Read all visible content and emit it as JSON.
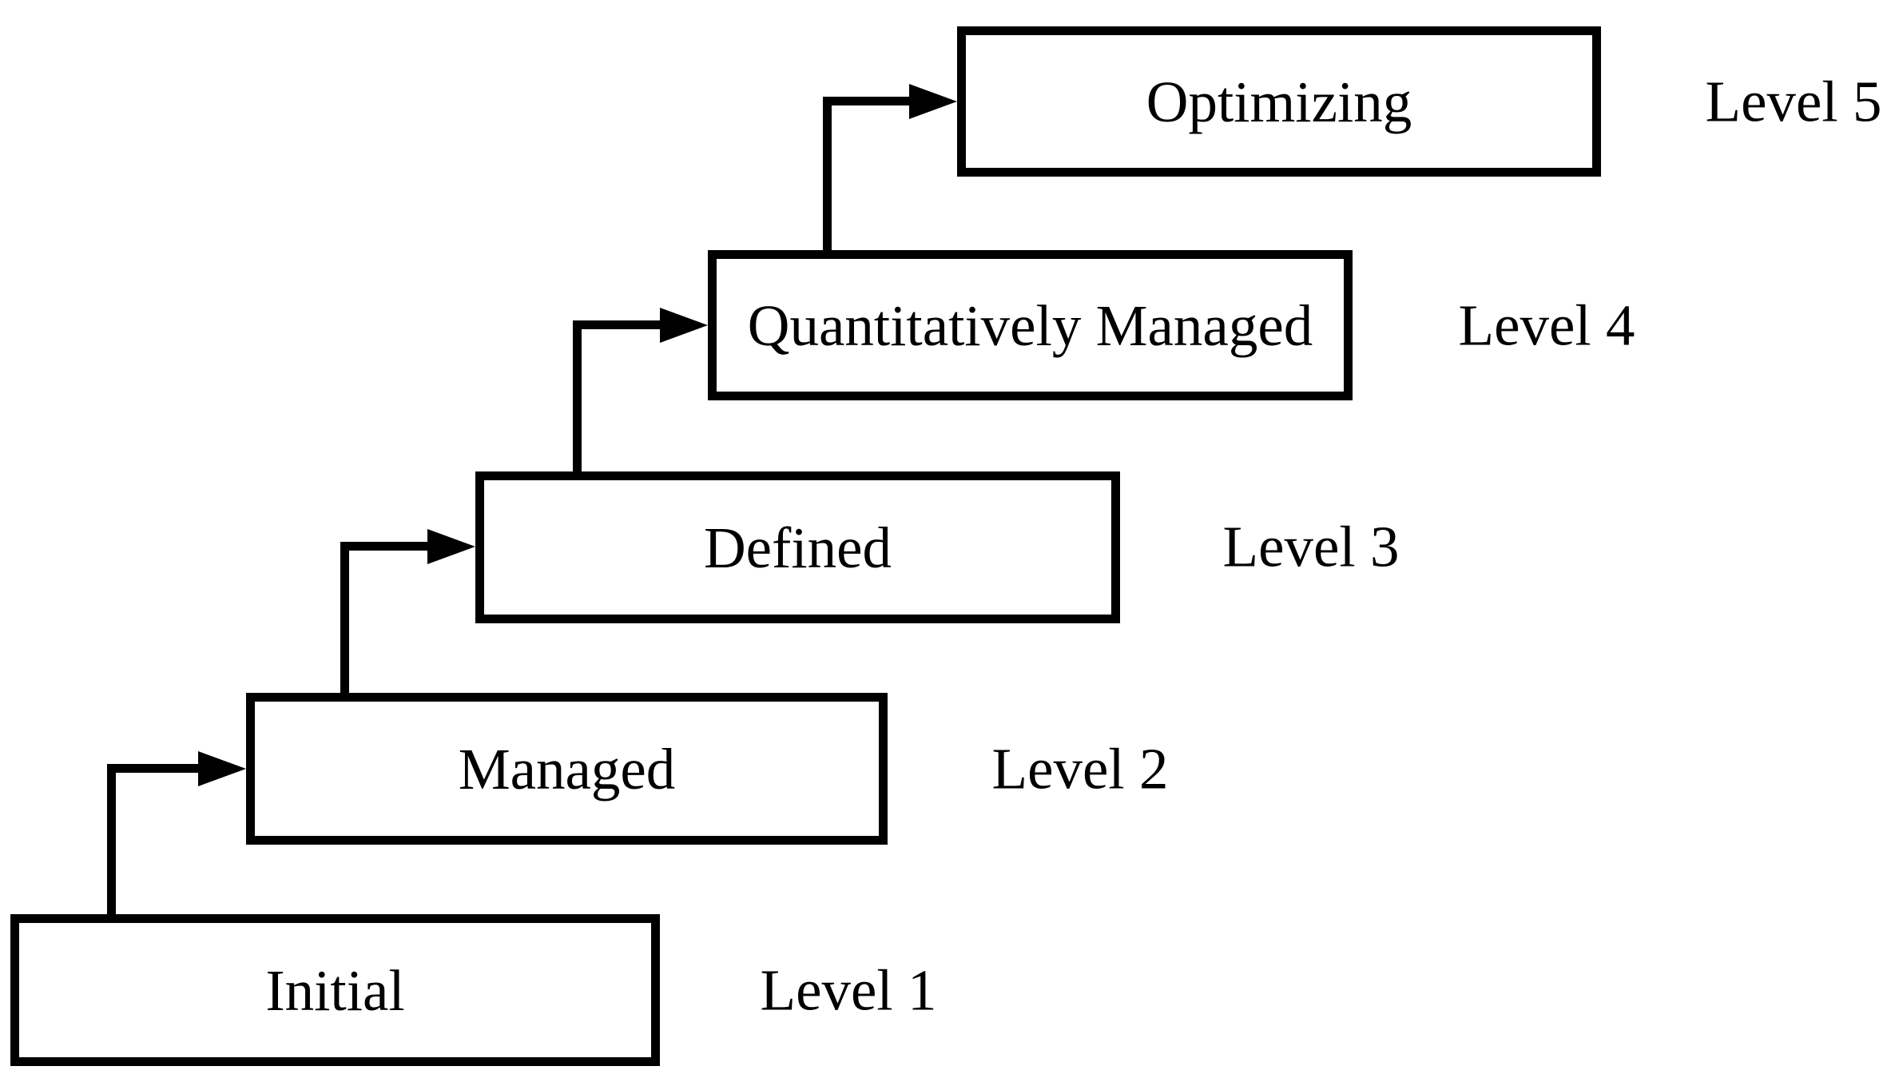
{
  "diagram": {
    "type": "staircase-maturity-model",
    "levels": [
      {
        "name": "Initial",
        "level_label": "Level 1"
      },
      {
        "name": "Managed",
        "level_label": "Level 2"
      },
      {
        "name": "Defined",
        "level_label": "Level 3"
      },
      {
        "name": "Quantitatively Managed",
        "level_label": "Level 4"
      },
      {
        "name": "Optimizing",
        "level_label": "Level 5"
      }
    ],
    "connections": [
      {
        "from": "Initial",
        "to": "Managed"
      },
      {
        "from": "Managed",
        "to": "Defined"
      },
      {
        "from": "Defined",
        "to": "Quantitatively Managed"
      },
      {
        "from": "Quantitatively Managed",
        "to": "Optimizing"
      }
    ],
    "colors": {
      "line": "#000000",
      "text": "#000000",
      "box_fill": "#ffffff",
      "background": "#ffffff"
    }
  }
}
